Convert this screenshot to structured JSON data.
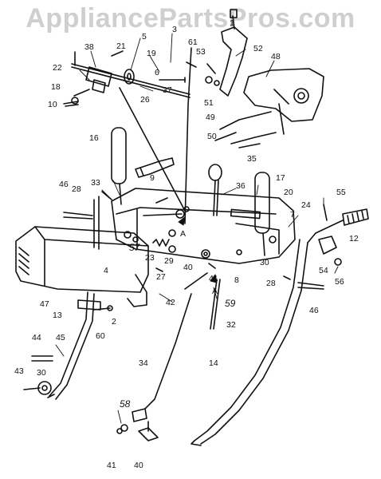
{
  "watermark": "AppliancePartsPros.com",
  "parts": [
    {
      "id": "p5",
      "label": "5"
    },
    {
      "id": "p3",
      "label": "3"
    },
    {
      "id": "p1",
      "label": "1"
    },
    {
      "id": "p52",
      "label": "52"
    },
    {
      "id": "p21",
      "label": "21"
    },
    {
      "id": "p38",
      "label": "38"
    },
    {
      "id": "p19",
      "label": "19"
    },
    {
      "id": "p61",
      "label": "61"
    },
    {
      "id": "p53",
      "label": "53"
    },
    {
      "id": "p48",
      "label": "48"
    },
    {
      "id": "p22",
      "label": "22"
    },
    {
      "id": "p6",
      "label": "6"
    },
    {
      "id": "p18",
      "label": "18"
    },
    {
      "id": "p37",
      "label": "37"
    },
    {
      "id": "p26",
      "label": "26"
    },
    {
      "id": "p51",
      "label": "51"
    },
    {
      "id": "p10",
      "label": "10"
    },
    {
      "id": "p49",
      "label": "49"
    },
    {
      "id": "p50",
      "label": "50"
    },
    {
      "id": "p16",
      "label": "16"
    },
    {
      "id": "p35",
      "label": "35"
    },
    {
      "id": "p9",
      "label": "9"
    },
    {
      "id": "p17",
      "label": "17"
    },
    {
      "id": "p33",
      "label": "33"
    },
    {
      "id": "p36",
      "label": "36"
    },
    {
      "id": "p46a",
      "label": "46"
    },
    {
      "id": "p28a",
      "label": "28"
    },
    {
      "id": "p20",
      "label": "20"
    },
    {
      "id": "p55",
      "label": "55"
    },
    {
      "id": "p24",
      "label": "24"
    },
    {
      "id": "p7",
      "label": "7"
    },
    {
      "id": "p12",
      "label": "12"
    },
    {
      "id": "pA1",
      "label": "A"
    },
    {
      "id": "p57",
      "label": "57"
    },
    {
      "id": "p23",
      "label": "23"
    },
    {
      "id": "p29",
      "label": "29"
    },
    {
      "id": "p4",
      "label": "4"
    },
    {
      "id": "p40a",
      "label": "40"
    },
    {
      "id": "p30a",
      "label": "30"
    },
    {
      "id": "p8",
      "label": "8"
    },
    {
      "id": "p28b",
      "label": "28"
    },
    {
      "id": "p54",
      "label": "54"
    },
    {
      "id": "p27",
      "label": "27"
    },
    {
      "id": "p41a",
      "label": "41"
    },
    {
      "id": "p56",
      "label": "56"
    },
    {
      "id": "pA2",
      "label": "A"
    },
    {
      "id": "p47",
      "label": "47"
    },
    {
      "id": "p42",
      "label": "42"
    },
    {
      "id": "p59",
      "label": "59"
    },
    {
      "id": "p46b",
      "label": "46"
    },
    {
      "id": "p13",
      "label": "13"
    },
    {
      "id": "p2",
      "label": "2"
    },
    {
      "id": "p60",
      "label": "60"
    },
    {
      "id": "p32",
      "label": "32"
    },
    {
      "id": "p44",
      "label": "44"
    },
    {
      "id": "p45",
      "label": "45"
    },
    {
      "id": "p34",
      "label": "34"
    },
    {
      "id": "p14",
      "label": "14"
    },
    {
      "id": "p43",
      "label": "43"
    },
    {
      "id": "p30b",
      "label": "30"
    },
    {
      "id": "p58",
      "label": "58"
    },
    {
      "id": "p41b",
      "label": "41"
    },
    {
      "id": "p40b",
      "label": "40"
    }
  ]
}
